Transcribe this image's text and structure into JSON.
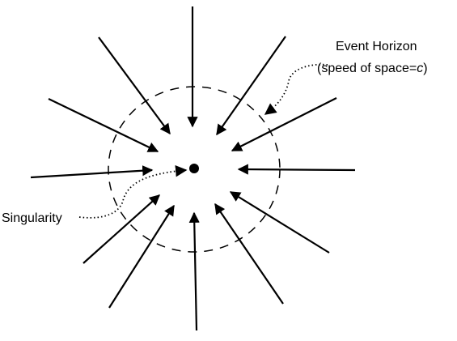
{
  "labels": {
    "event_horizon": "Event Horizon",
    "speed_prefix": "(speed of space=",
    "speed_var": "c",
    "speed_suffix": ")",
    "singularity": "Singularity"
  },
  "colors": {
    "stroke": "#000000",
    "background": "#ffffff"
  }
}
